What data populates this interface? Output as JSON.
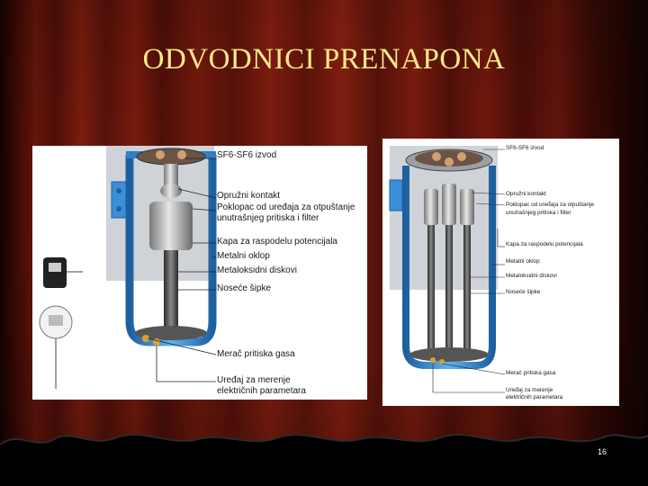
{
  "slide": {
    "title": "ODVODNICI PRENAPONA",
    "page_number": "16"
  },
  "diagram_left": {
    "labels": [
      "SF6-SF6 izvod",
      "Opružni kontakt",
      "Poklopac od uređaja za otpuštanje",
      "unutrašnjeg pritiska i filter",
      "Kapa za raspodelu potencijala",
      "Metalni oklop",
      "Metaloksidni diskovi",
      "Noseće šipke",
      "Merač pritiska gasa",
      "Uređaj za merenje",
      "električnih parametara"
    ]
  },
  "diagram_right": {
    "labels": [
      "SF6-SF6 izvod",
      "Opružni kontakt",
      "Poklopac od uređaja za otpuštanje",
      "unutrašnjeg pritiska i filter",
      "Kapa za raspodelu potencijala",
      "Metalni oklop",
      "Metaloksidni diskovi",
      "Noseće šipke",
      "Merač pritiska gasa",
      "Uređaj za merenje",
      "električnih parametara"
    ]
  },
  "colors": {
    "title": "#ffe98a",
    "curtain": "#6e180c",
    "tank": "#3a8fd8"
  }
}
